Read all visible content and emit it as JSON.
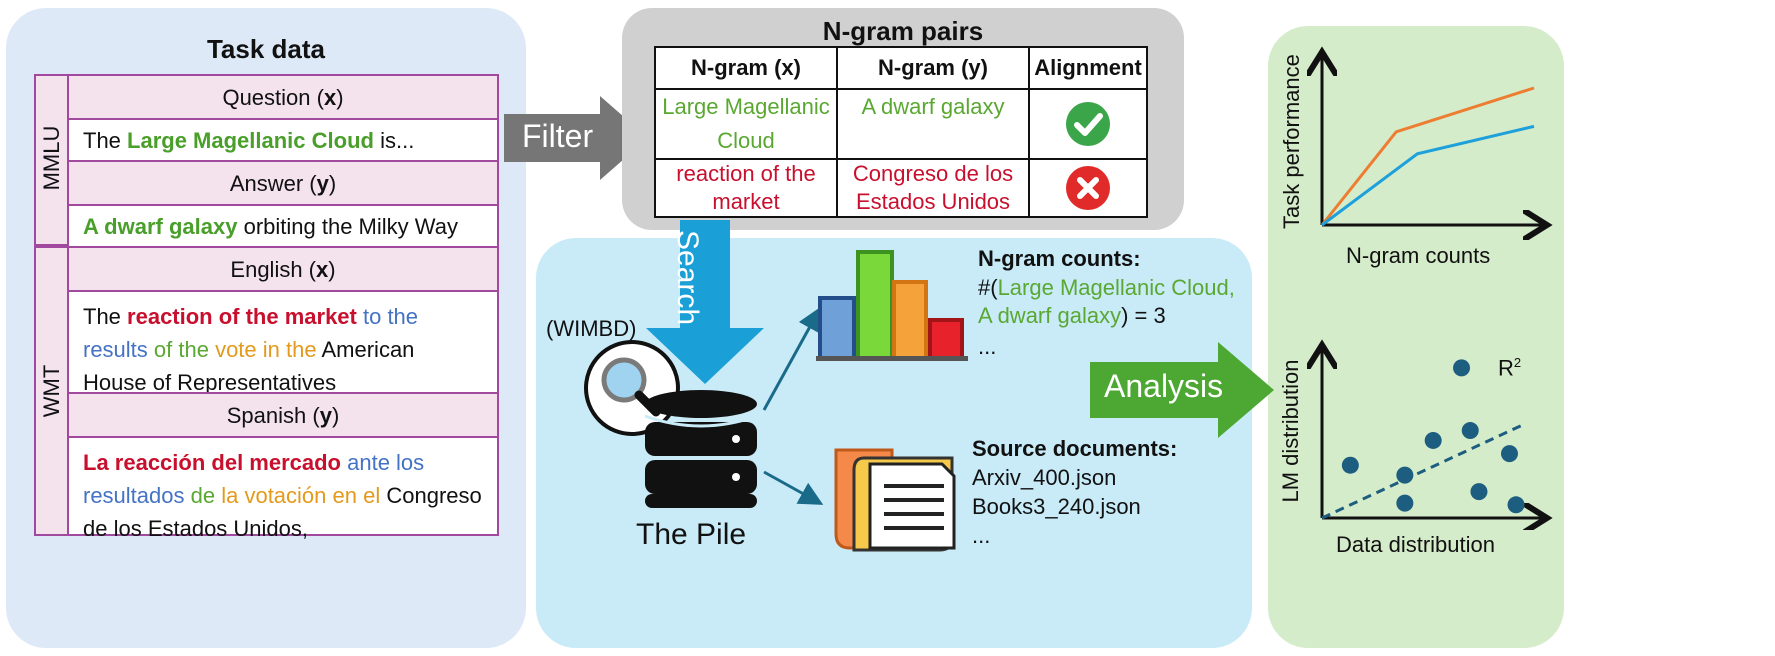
{
  "task_data": {
    "title": "Task data",
    "mmlu_label": "MMLU",
    "wmt_label": "WMT",
    "question_header": "Question (",
    "question_var": "x",
    "answer_header": "Answer (",
    "answer_var": "y",
    "english_header": "English (",
    "english_var": "x",
    "spanish_header": "Spanish (",
    "spanish_var": "y",
    "close_paren": ")",
    "question_prefix": "The ",
    "question_highlight": "Large Magellanic Cloud",
    "question_suffix": " is...",
    "answer_highlight": "A dwarf galaxy",
    "answer_suffix": " orbiting the Milky Way",
    "english_segments": [
      {
        "t": "The ",
        "c": "black"
      },
      {
        "t": "reaction of the market",
        "c": "redB"
      },
      {
        "t": " to the results",
        "c": "blue"
      },
      {
        "t": " of the",
        "c": "green"
      },
      {
        "t": " vote",
        "c": "orange"
      },
      {
        "t": " in the",
        "c": "orange"
      },
      {
        "t": " American House of Representatives",
        "c": "black"
      }
    ],
    "spanish_segments": [
      {
        "t": "La reacción del mercado",
        "c": "redB"
      },
      {
        "t": " ante los resultados",
        "c": "blue"
      },
      {
        "t": " de",
        "c": "green"
      },
      {
        "t": " la votación",
        "c": "orange"
      },
      {
        "t": " en el",
        "c": "orange"
      },
      {
        "t": " Congreso de los Estados Unidos,",
        "c": "black"
      }
    ]
  },
  "filter_label": "Filter",
  "ngram_pairs": {
    "title": "N-gram pairs",
    "headers": [
      "N-gram (x)",
      "N-gram (y)",
      "Alignment"
    ],
    "rows": [
      {
        "x": "Large Magellanic Cloud",
        "y": "A dwarf galaxy",
        "aligned": true,
        "color": "#5aa832"
      },
      {
        "x": "reaction of the market",
        "y": "Congreso de los Estados Unidos",
        "aligned": false,
        "color": "#c8102e"
      }
    ]
  },
  "search_label": "Search",
  "wimbd_label": "(WIMBD)",
  "pile_label": "The Pile",
  "ngram_counts": {
    "title": "N-gram counts:",
    "prefix": "#(",
    "pair": "Large Magellanic Cloud, A dwarf galaxy",
    "suffix": ") = 3",
    "more": "..."
  },
  "source_docs": {
    "title": "Source documents:",
    "files": [
      "Arxiv_400.json",
      "Books3_240.json",
      "..."
    ]
  },
  "analysis_label": "Analysis",
  "top_chart": {
    "ylabel": "Task performance",
    "xlabel": "N-gram counts"
  },
  "bottom_chart": {
    "ylabel": "LM distribution",
    "xlabel": "Data distribution",
    "r2": "R"
  },
  "chart_data": [
    {
      "type": "line",
      "xlabel": "N-gram counts",
      "ylabel": "Task performance",
      "series": [
        {
          "color": "#ed7d31",
          "x": [
            0,
            0.35,
            1
          ],
          "y": [
            0,
            0.68,
            1
          ]
        },
        {
          "color": "#1ea0db",
          "x": [
            0,
            0.45,
            1
          ],
          "y": [
            0,
            0.52,
            0.72
          ]
        }
      ]
    },
    {
      "type": "scatter",
      "xlabel": "Data distribution",
      "ylabel": "LM distribution",
      "points": [
        [
          0.13,
          0.32
        ],
        [
          0.38,
          0.26
        ],
        [
          0.38,
          0.09
        ],
        [
          0.51,
          0.47
        ],
        [
          0.64,
          0.91
        ],
        [
          0.68,
          0.53
        ],
        [
          0.72,
          0.16
        ],
        [
          0.86,
          0.39
        ],
        [
          0.89,
          0.08
        ]
      ],
      "trend": [
        [
          0,
          0
        ],
        [
          0.93,
          0.57
        ]
      ],
      "color": "#1d5d80"
    }
  ]
}
